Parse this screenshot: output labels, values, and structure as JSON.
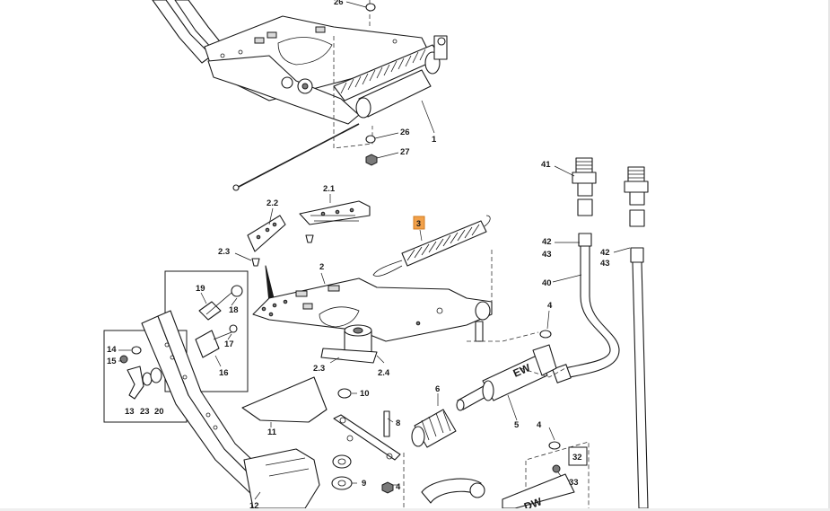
{
  "diagram": {
    "highlight_color": "#f2a14a",
    "labels": {
      "26_top": "26",
      "26": "26",
      "27": "27",
      "1": "1",
      "41": "41",
      "2_1": "2.1",
      "2_2": "2.2",
      "3": "3",
      "2_3a": "2.3",
      "42a": "42",
      "43a": "43",
      "42b": "42",
      "43b": "43",
      "2": "2",
      "19": "19",
      "18": "18",
      "40": "40",
      "4a": "4",
      "17": "17",
      "14": "14",
      "15": "15",
      "16": "16",
      "2_3b": "2.3",
      "2_4": "2.4",
      "13": "13",
      "23": "23",
      "20": "20",
      "10": "10",
      "6": "6",
      "8": "8",
      "11": "11",
      "5": "5",
      "4b": "4",
      "ew": "EW",
      "32": "32",
      "33": "33",
      "9": "9",
      "4c": "4",
      "12": "12",
      "dw": "DW"
    }
  }
}
